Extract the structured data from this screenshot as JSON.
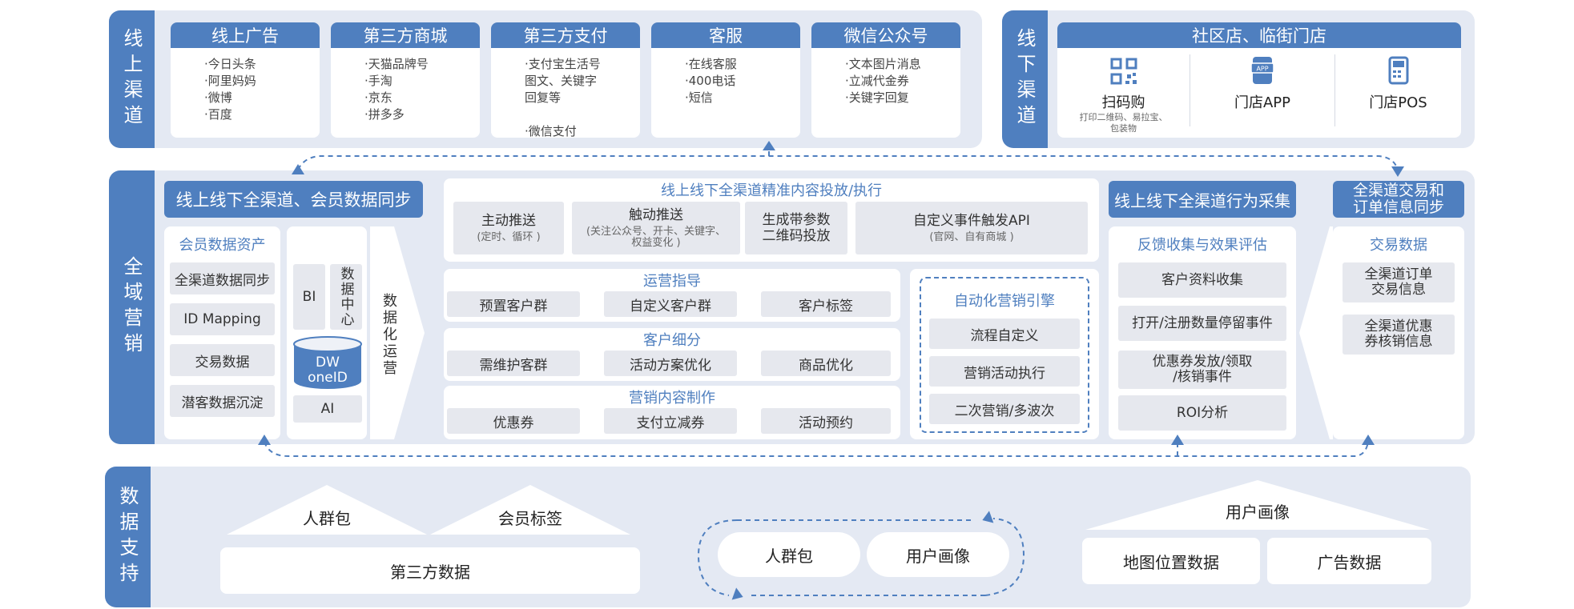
{
  "online": {
    "side_label": "线上渠道",
    "cards": [
      {
        "title": "线上广告",
        "items": "·今日头条\n·阿里妈妈\n·微博\n·百度"
      },
      {
        "title": "第三方商城",
        "items": "·天猫品牌号\n·手淘\n·京东\n·拼多多"
      },
      {
        "title": "第三方支付",
        "items": "·支付宝生活号\n图文、关键字\n回复等\n\n·微信支付"
      },
      {
        "title": "客服",
        "items": "·在线客服\n·400电话\n·短信"
      },
      {
        "title": "微信公众号",
        "items": "·文本图片消息\n·立减代金券\n·关键字回复"
      }
    ]
  },
  "offline": {
    "side_label": "线下渠道",
    "title": "社区店、临街门店",
    "items": [
      {
        "icon": "qr-code-icon",
        "label": "扫码购",
        "sub": "打印二维码、易拉宝、\n包装物"
      },
      {
        "icon": "app-icon",
        "label": "门店APP",
        "sub": ""
      },
      {
        "icon": "pos-icon",
        "label": "门店POS",
        "sub": ""
      }
    ]
  },
  "marketing": {
    "side_label": "全域营销",
    "sync_header": "线上线下全渠道、会员数据同步",
    "member_assets": {
      "title": "会员数据资产",
      "items": [
        "全渠道数据同步",
        "ID Mapping",
        "交易数据",
        "潜客数据沉淀"
      ]
    },
    "bi": "BI",
    "data_center": "数据中心",
    "dw": "DW\noneID",
    "ai": "AI",
    "data_ops": "数据化运营",
    "precise": {
      "title": "线上线下全渠道精准内容投放/执行",
      "boxes": [
        {
          "main": "主动推送",
          "sub": "(定时、循环 )"
        },
        {
          "main": "触动推送",
          "sub": "(关注公众号、开卡、关键字、\n权益变化 )"
        },
        {
          "main": "生成带参数\n二维码投放",
          "sub": ""
        },
        {
          "main": "自定义事件触发API",
          "sub": "(官网、自有商城 )"
        }
      ]
    },
    "ops_guide": {
      "title": "运营指导",
      "items": [
        "预置客户群",
        "自定义客户群",
        "客户标签"
      ]
    },
    "segment": {
      "title": "客户细分",
      "items": [
        "需维护客群",
        "活动方案优化",
        "商品优化"
      ]
    },
    "content": {
      "title": "营销内容制作",
      "items": [
        "优惠券",
        "支付立减券",
        "活动预约"
      ]
    },
    "automation": {
      "title": "自动化营销引擎",
      "items": [
        "流程自定义",
        "营销活动执行",
        "二次营销/多波次"
      ]
    },
    "behavior": {
      "header": "线上线下全渠道行为采集",
      "title": "反馈收集与效果评估",
      "items": [
        "客户资料收集",
        "打开/注册数量停留事件",
        "优惠券发放/领取\n/核销事件",
        "ROI分析"
      ]
    },
    "trade": {
      "header": "全渠道交易和\n订单信息同步",
      "title": "交易数据",
      "items": [
        "全渠道订单\n交易信息",
        "全渠道优惠\n券核销信息"
      ]
    }
  },
  "data_support": {
    "side_label": "数据支持",
    "crowd_pack": "人群包",
    "member_tag": "会员标签",
    "third_party": "第三方数据",
    "cycle_a": "人群包",
    "cycle_b": "用户画像",
    "user_profile": "用户画像",
    "geo": "地图位置数据",
    "ads": "广告数据"
  }
}
